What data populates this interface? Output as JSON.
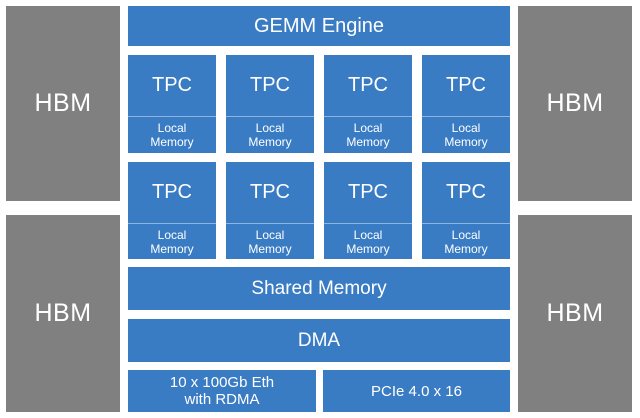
{
  "hbm": [
    "HBM",
    "HBM",
    "HBM",
    "HBM"
  ],
  "gemm_engine": "GEMM Engine",
  "tpc_rows": [
    [
      {
        "title": "TPC",
        "memory": "Local\nMemory"
      },
      {
        "title": "TPC",
        "memory": "Local\nMemory"
      },
      {
        "title": "TPC",
        "memory": "Local\nMemory"
      },
      {
        "title": "TPC",
        "memory": "Local\nMemory"
      }
    ],
    [
      {
        "title": "TPC",
        "memory": "Local\nMemory"
      },
      {
        "title": "TPC",
        "memory": "Local\nMemory"
      },
      {
        "title": "TPC",
        "memory": "Local\nMemory"
      },
      {
        "title": "TPC",
        "memory": "Local\nMemory"
      }
    ]
  ],
  "shared_memory": "Shared Memory",
  "dma": "DMA",
  "ethernet": "10 x 100Gb Eth\nwith RDMA",
  "pcie": "PCIe 4.0 x 16",
  "colors": {
    "block": "#3a7cc4",
    "hbm": "#808080",
    "text": "#ffffff"
  }
}
